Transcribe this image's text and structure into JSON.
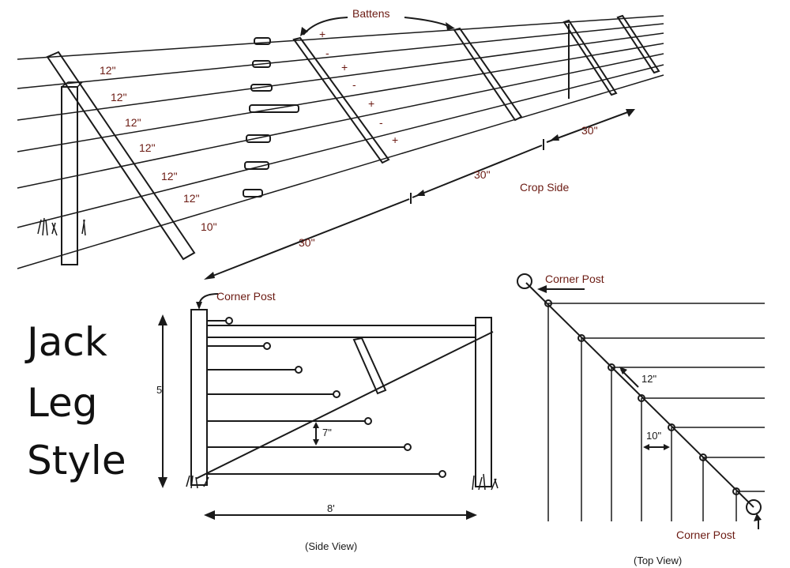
{
  "title": {
    "line1": "Jack",
    "line2": "Leg",
    "line3": "Style"
  },
  "perspective_view": {
    "battens_label": "Battens",
    "spacing_labels": [
      "12\"",
      "12\"",
      "12\"",
      "12\"",
      "12\"",
      "12\"",
      "10\""
    ],
    "distance_labels": [
      "30\"",
      "30\"",
      "30\""
    ],
    "side_label": "Crop Side",
    "signs": [
      "+",
      "-",
      "+",
      "-",
      "+",
      "-",
      "+"
    ]
  },
  "side_view": {
    "corner_post_label": "Corner Post",
    "height_label": "5'",
    "width_label": "8'",
    "gap_label": "7\"",
    "caption": "(Side View)"
  },
  "top_view": {
    "corner_post_top_label": "Corner Post",
    "corner_post_bottom_label": "Corner Post",
    "spacing_12_label": "12\"",
    "spacing_10_label": "10\"",
    "caption": "(Top View)"
  },
  "colors": {
    "ink": "#1a1a1a",
    "label": "#6b1a12",
    "background": "#ffffff"
  }
}
